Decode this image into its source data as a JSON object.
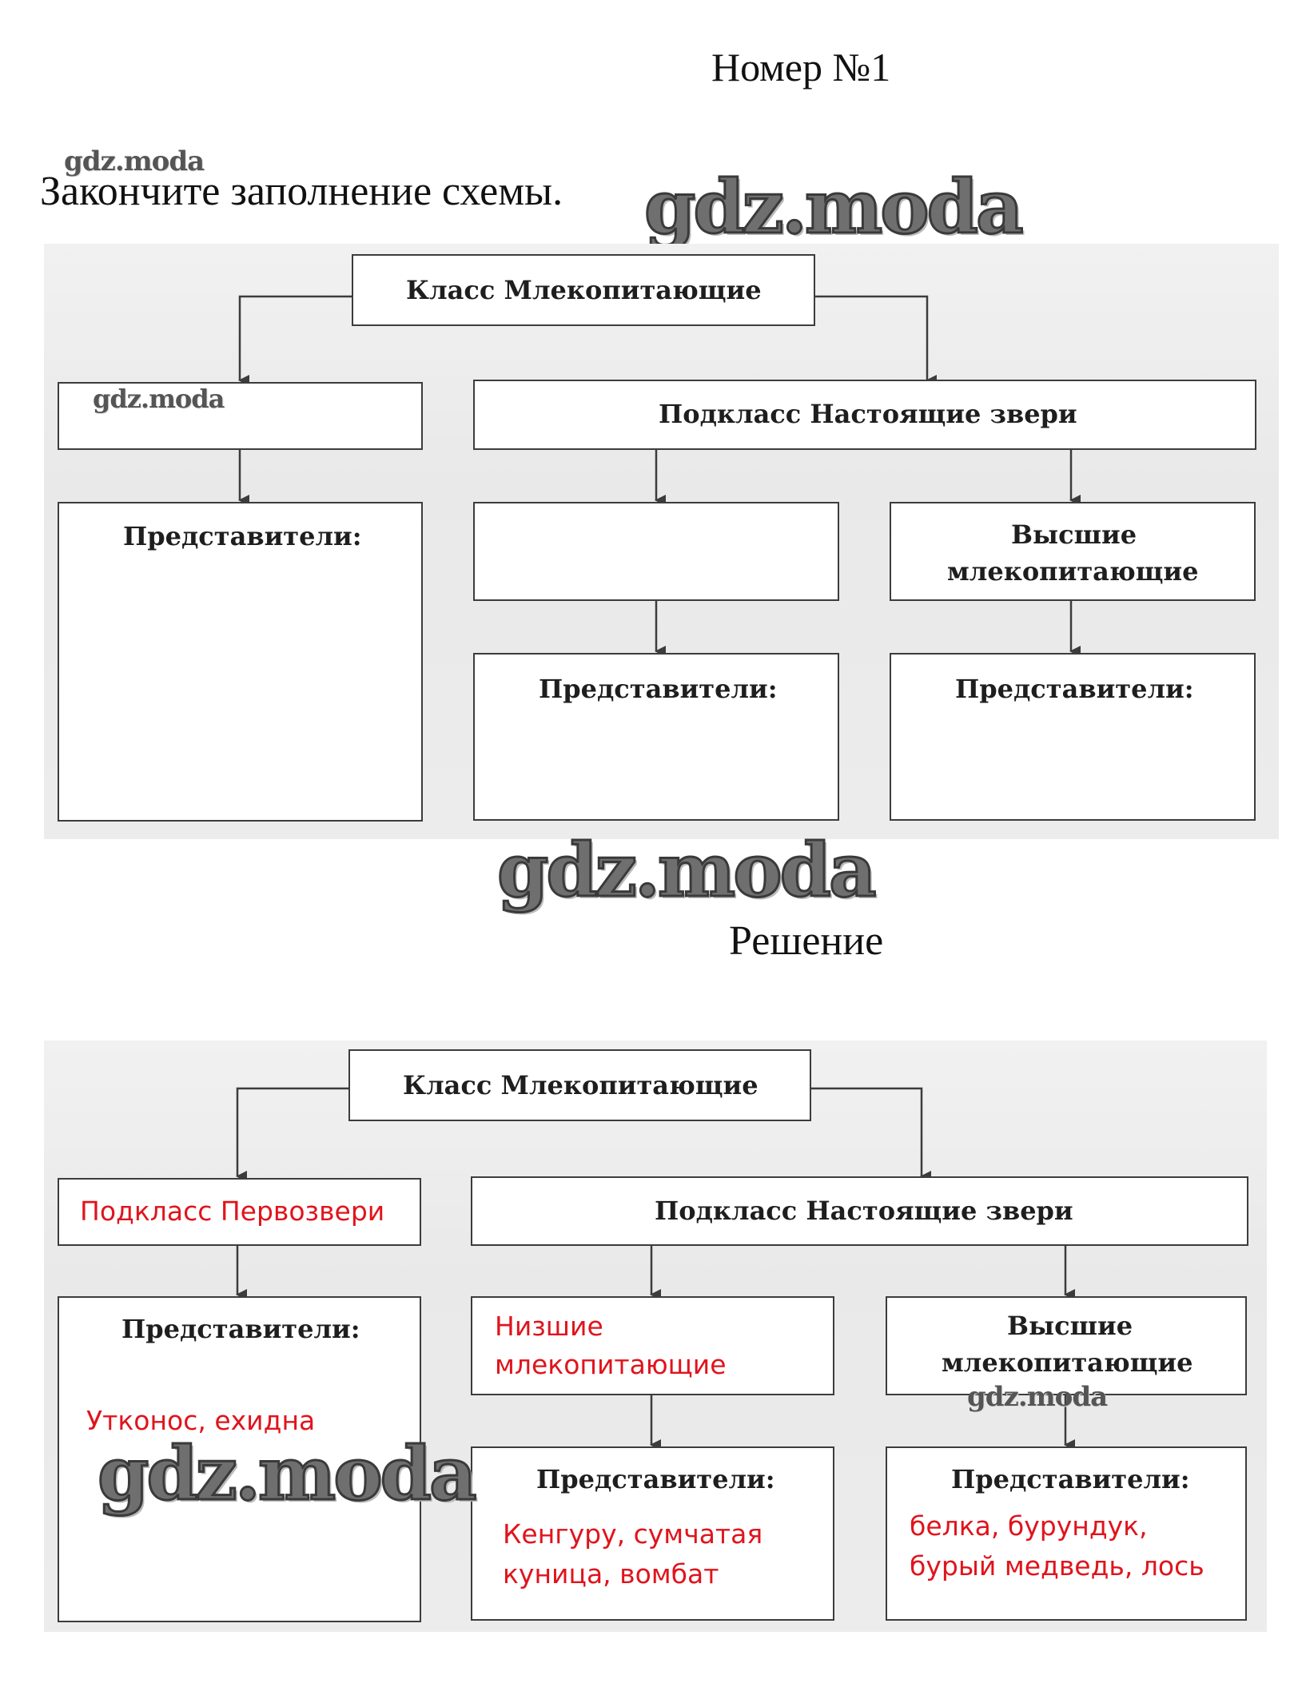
{
  "header": {
    "title": "Номер №1",
    "task": "Закончите заполнение схемы."
  },
  "watermark": {
    "text": "gdz.moda"
  },
  "scheme_empty": {
    "class_box": "Класс Млекопитающие",
    "subclass_left": "",
    "subclass_right": "Подкласс Настоящие звери",
    "reps_left": "Представители:",
    "lower_mammals": "",
    "higher_mammals_line1": "Высшие",
    "higher_mammals_line2": "млекопитающие",
    "reps_mid": "Представители:",
    "reps_right": "Представители:"
  },
  "solution": {
    "label": "Решение",
    "class_box": "Класс Млекопитающие",
    "subclass_left": "Подкласс Первозвери",
    "subclass_right": "Подкласс Настоящие звери",
    "reps_left": "Представители:",
    "reps_left_answer": "Утконос, ехидна",
    "lower_mammals_line1": "Низшие",
    "lower_mammals_line2": "млекопитающие",
    "higher_mammals_line1": "Высшие",
    "higher_mammals_line2": "млекопитающие",
    "reps_mid": "Представители:",
    "reps_mid_answer_line1": "Кенгуру,  сумчатая",
    "reps_mid_answer_line2": "куница,  вомбат",
    "reps_right": "Представители:",
    "reps_right_answer_line1": "белка,  бурундук,",
    "reps_right_answer_line2": "бурый  медведь,  лось"
  },
  "colors": {
    "answer": "#e0141c",
    "box_border": "#3c3c3c",
    "scan_background": "#ececec"
  }
}
